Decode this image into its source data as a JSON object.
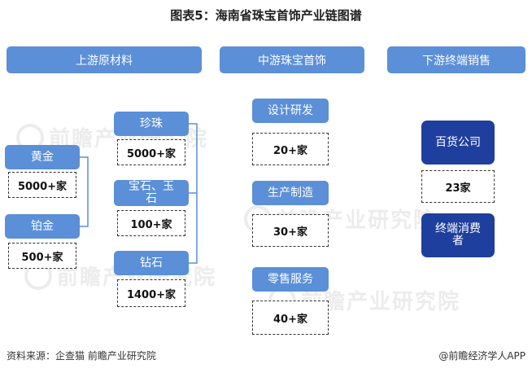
{
  "title": "图表5：海南省珠宝首饰产业链图谱",
  "headers": {
    "upstream": "上游原材料",
    "midstream": "中游珠宝首饰",
    "downstream": "下游终端销售"
  },
  "upstream": {
    "gold": {
      "label": "黄金",
      "count": "5000+家"
    },
    "platinum": {
      "label": "铂金",
      "count": "500+家"
    },
    "pearl": {
      "label": "珍珠",
      "count": "5000+家"
    },
    "gem_jade": {
      "label": "宝石、玉石",
      "count": "100+家"
    },
    "diamond": {
      "label": "钻石",
      "count": "1400+家"
    }
  },
  "midstream": {
    "design": {
      "label": "设计研发",
      "count": "20+家"
    },
    "production": {
      "label": "生产制造",
      "count": "30+家"
    },
    "retail": {
      "label": "零售服务",
      "count": "40+家"
    }
  },
  "downstream": {
    "department_store": {
      "label": "百货公司",
      "count": "23家"
    },
    "consumer": {
      "label": "终端消费者"
    }
  },
  "watermark": "前瞻产业研究院",
  "footer": {
    "source": "资料来源：企查猫 前瞻产业研究院",
    "brand": "@前瞻经济学人APP"
  },
  "colors": {
    "header_blue": "#5b8fd8",
    "dark_blue": "#1f3f9e"
  }
}
